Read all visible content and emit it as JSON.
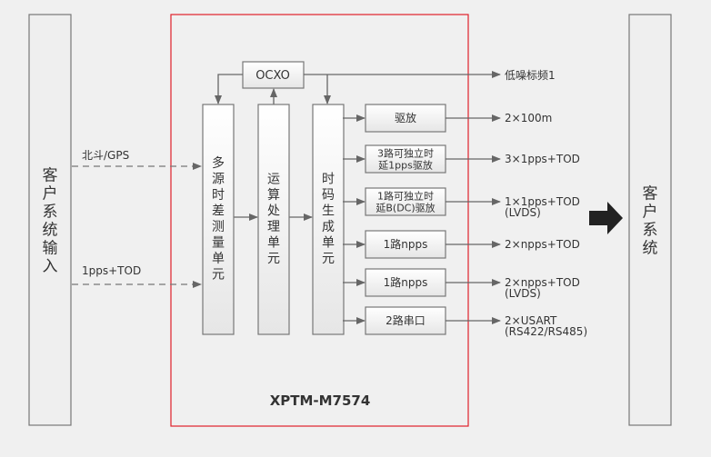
{
  "left_system": {
    "label": [
      "客",
      "户",
      "系",
      "统",
      "输",
      "入"
    ]
  },
  "right_system": {
    "label": [
      "客",
      "户",
      "系",
      "统"
    ]
  },
  "inputs": [
    {
      "label": "北斗/GPS"
    },
    {
      "label": "1pps+TOD"
    }
  ],
  "module": {
    "title": "XPTM-M7574",
    "border_color": "#e0202a"
  },
  "ocxo": {
    "label": "OCXO",
    "output": "低噪标频1"
  },
  "columns": [
    {
      "label": [
        "多",
        "源",
        "时",
        "差",
        "测",
        "量",
        "单",
        "元"
      ]
    },
    {
      "label": [
        "运",
        "算",
        "处",
        "理",
        "单",
        "元"
      ]
    },
    {
      "label": [
        "时",
        "码",
        "生",
        "成",
        "单",
        "元"
      ]
    }
  ],
  "channels": [
    {
      "box": [
        "驱放"
      ],
      "output": [
        "2×100m"
      ]
    },
    {
      "box": [
        "3路可独立时",
        "延1pps驱放"
      ],
      "output": [
        "3×1pps+TOD"
      ]
    },
    {
      "box": [
        "1路可独立时",
        "延B(DC)驱放"
      ],
      "output": [
        "1×1pps+TOD",
        "(LVDS)"
      ]
    },
    {
      "box": [
        "1路npps"
      ],
      "output": [
        "2×npps+TOD"
      ]
    },
    {
      "box": [
        "1路npps"
      ],
      "output": [
        "2×npps+TOD",
        "(LVDS)"
      ]
    },
    {
      "box": [
        "2路串口"
      ],
      "output": [
        "2×USART",
        "(RS422/RS485)"
      ]
    }
  ]
}
